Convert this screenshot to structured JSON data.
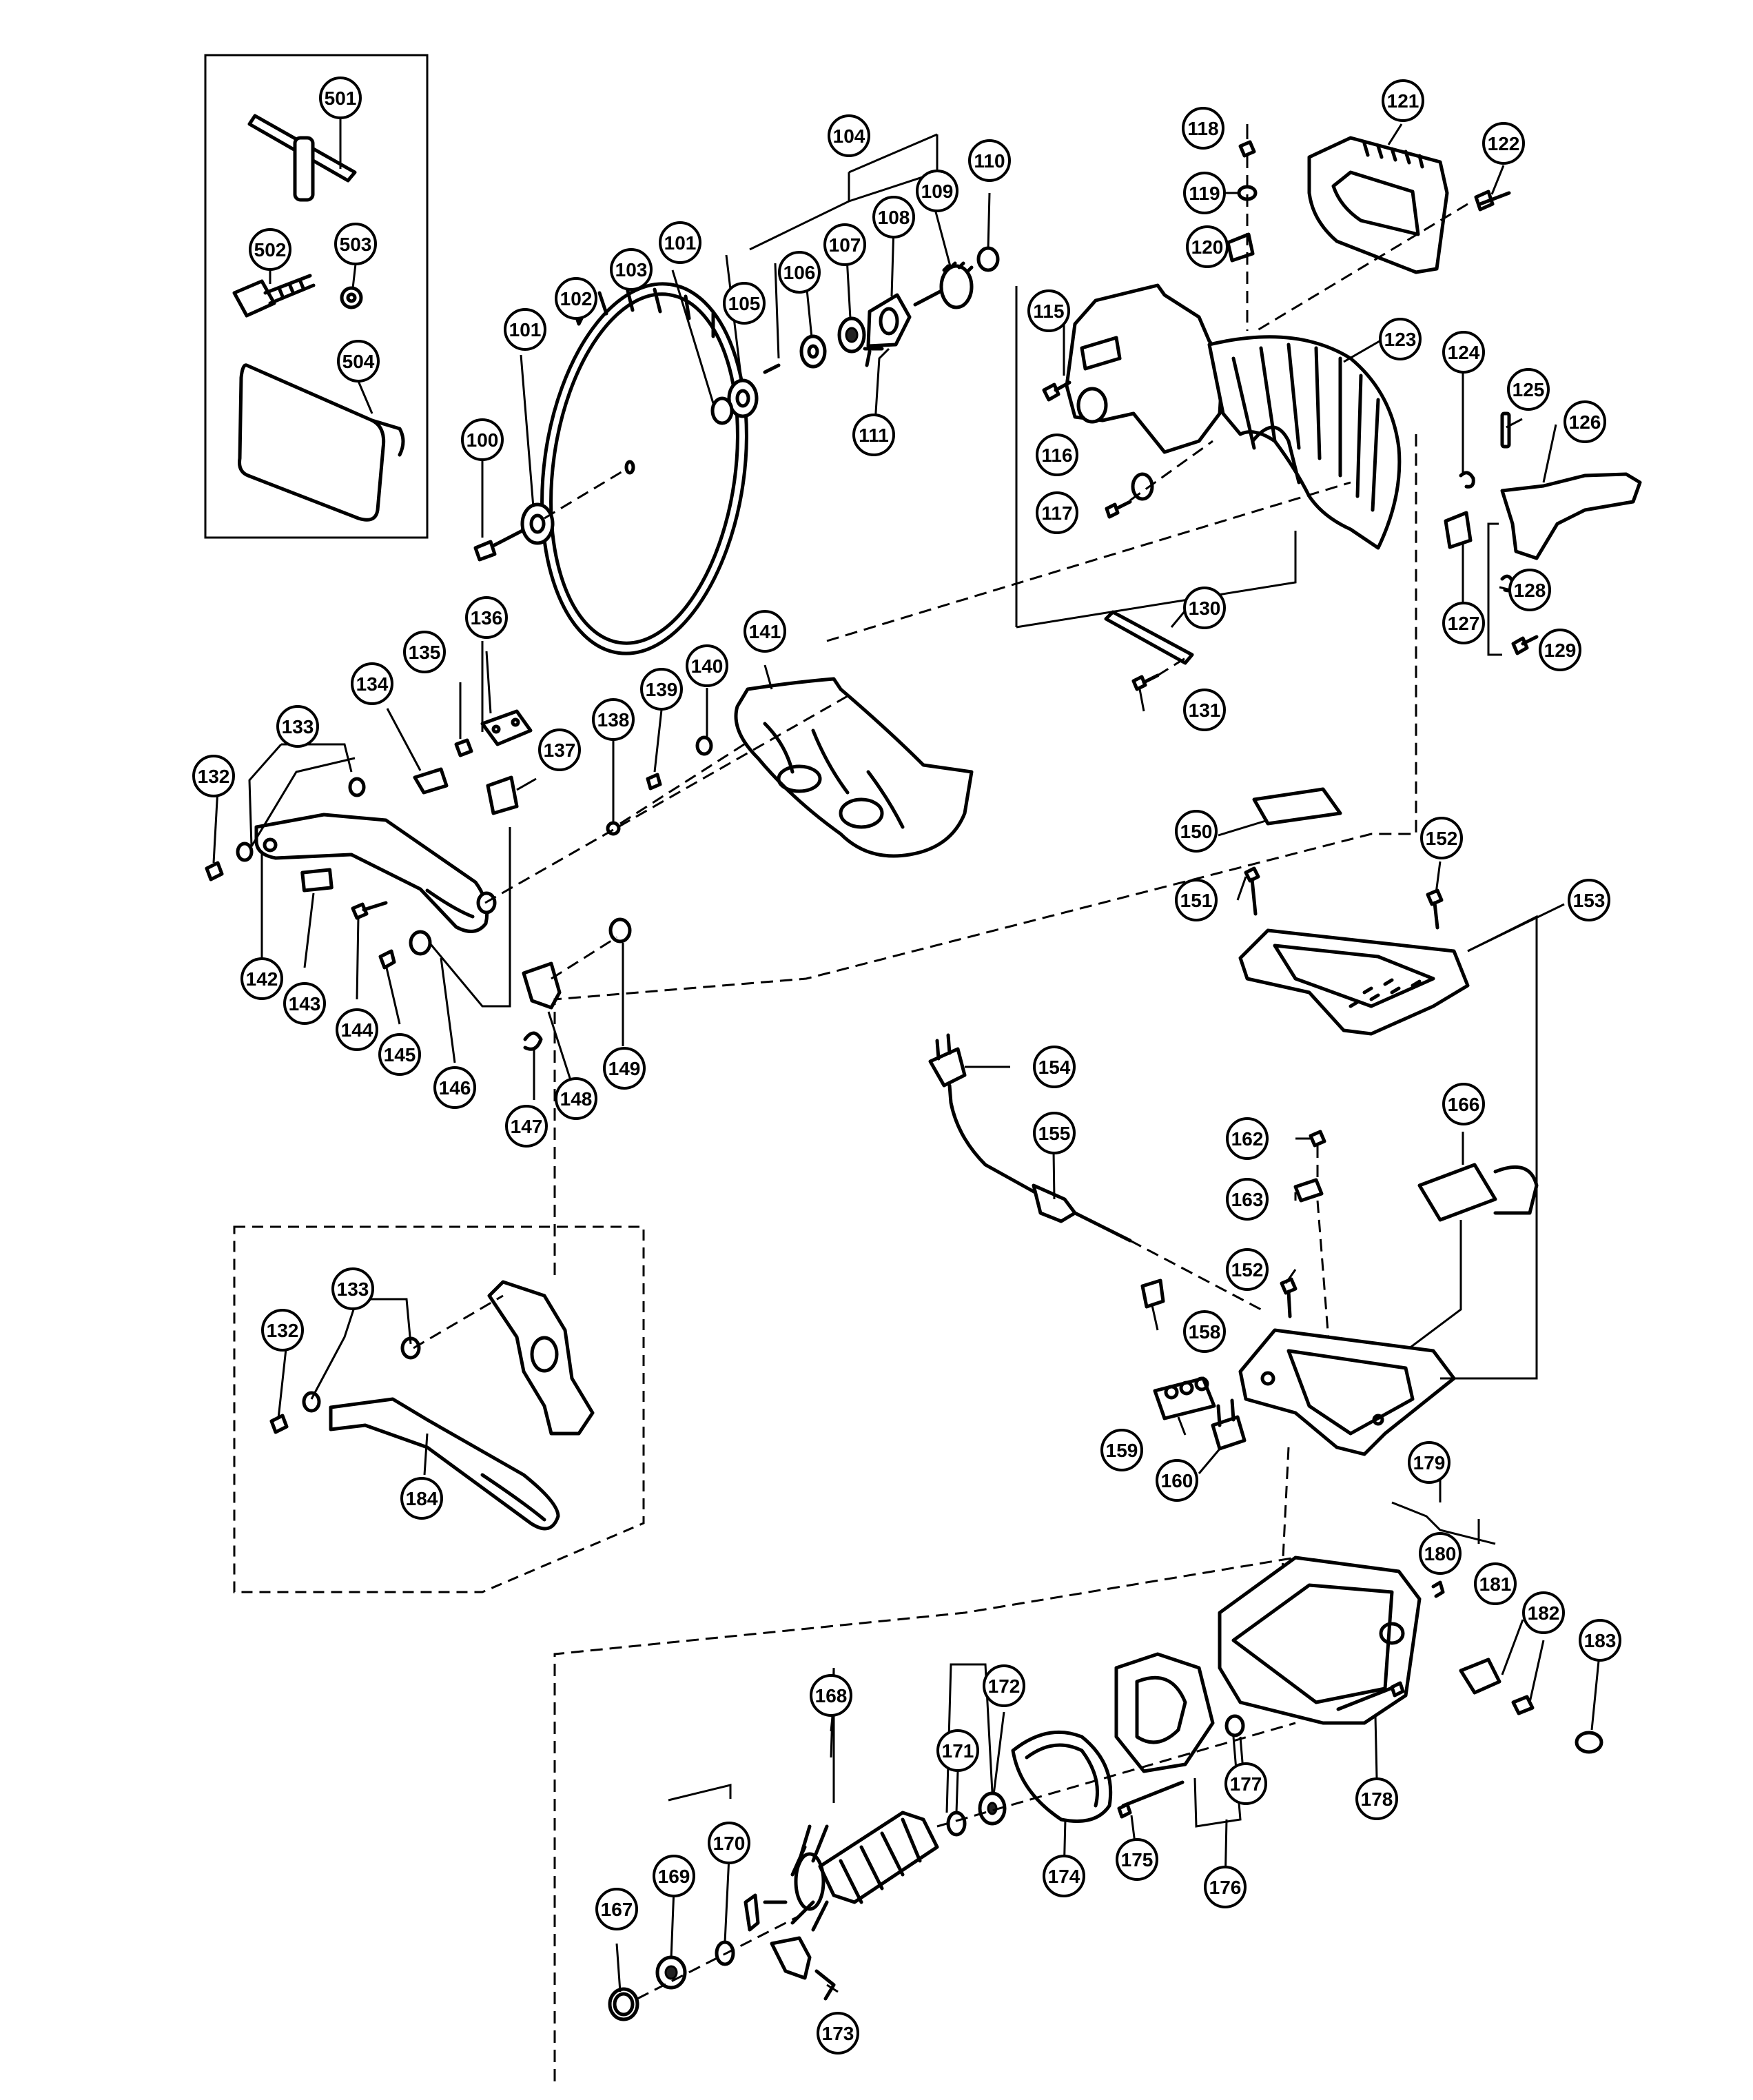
{
  "diagram": {
    "part_numbers": [
      "100",
      "101",
      "101",
      "102",
      "103",
      "104",
      "105",
      "106",
      "107",
      "108",
      "109",
      "110",
      "111",
      "115",
      "116",
      "117",
      "118",
      "119",
      "120",
      "121",
      "122",
      "123",
      "124",
      "125",
      "126",
      "127",
      "128",
      "129",
      "130",
      "131",
      "132",
      "133",
      "134",
      "135",
      "136",
      "137",
      "138",
      "139",
      "140",
      "141",
      "142",
      "143",
      "144",
      "145",
      "146",
      "147",
      "148",
      "149",
      "150",
      "151",
      "152",
      "152",
      "153",
      "154",
      "155",
      "158",
      "159",
      "160",
      "162",
      "163",
      "166",
      "167",
      "168",
      "169",
      "170",
      "171",
      "172",
      "173",
      "174",
      "175",
      "176",
      "177",
      "178",
      "179",
      "180",
      "181",
      "182",
      "183",
      "132",
      "133",
      "184",
      "501",
      "502",
      "503",
      "504"
    ]
  }
}
